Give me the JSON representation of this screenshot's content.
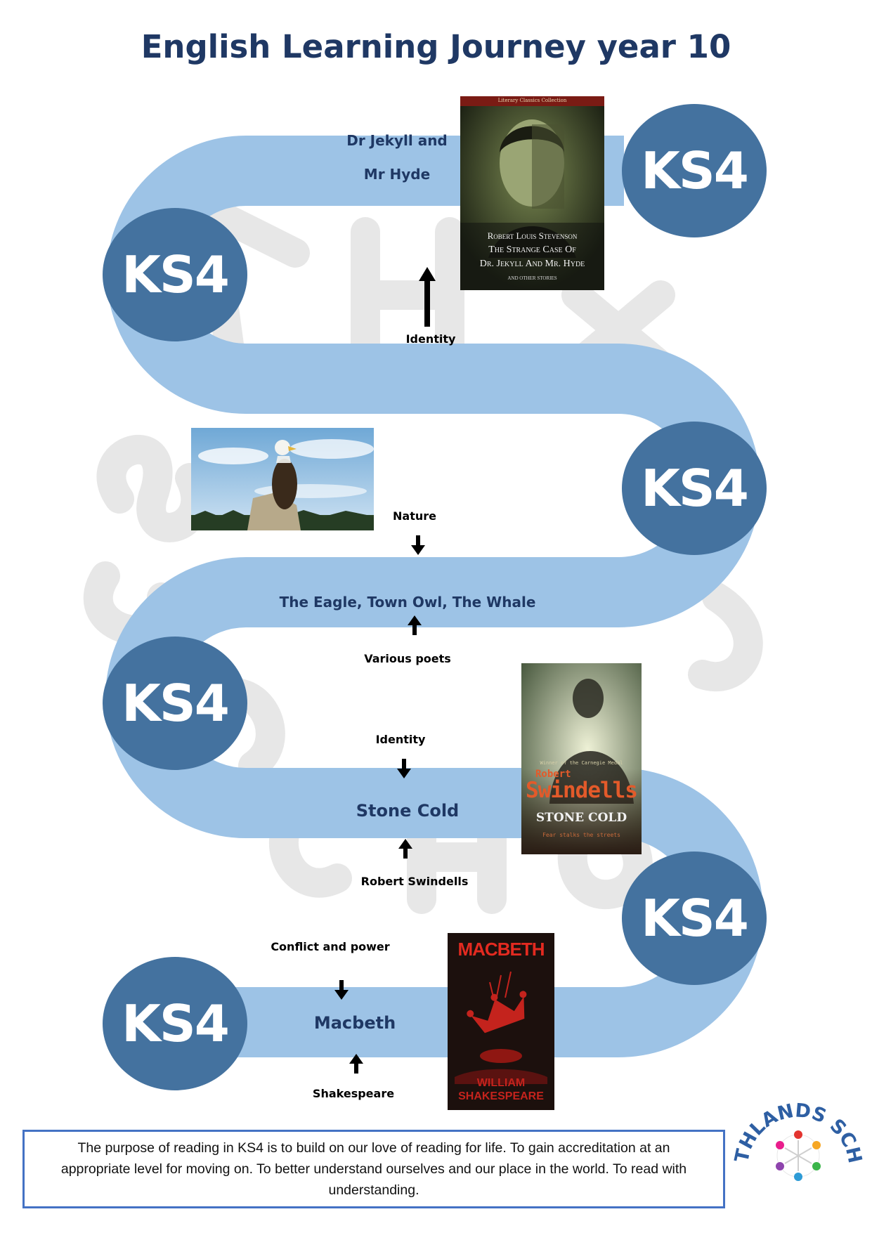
{
  "page": {
    "title": "English Learning Journey year 10"
  },
  "journey": {
    "node_label": "KS4",
    "nodes": [
      "KS4",
      "KS4",
      "KS4",
      "KS4",
      "KS4",
      "KS4"
    ],
    "texts": {
      "jekyll_line1": "Dr Jekyll and",
      "jekyll_line2": "Mr Hyde",
      "identity_1": "Identity",
      "nature": "Nature",
      "poems": "The Eagle, Town Owl, The Whale",
      "various_poets": "Various poets",
      "identity_2": "Identity",
      "stone_cold": "Stone Cold",
      "robert_swindells": "Robert Swindells",
      "conflict_power": "Conflict and power",
      "macbeth": "Macbeth",
      "shakespeare": "Shakespeare"
    }
  },
  "book_covers": {
    "jekyll": {
      "banner": "Literary Classics Collection",
      "author": "Robert Louis Stevenson",
      "title_line1": "The Strange Case Of",
      "title_line2": "Dr. Jekyll And Mr. Hyde",
      "subtitle": "and other stories"
    },
    "stone_cold": {
      "award": "Winner of the Carnegie Medal",
      "author_first": "Robert",
      "author_last": "Swindells",
      "title": "STONE COLD",
      "tagline": "Fear stalks the streets"
    },
    "macbeth": {
      "title": "MACBETH",
      "author_line1": "WILLIAM",
      "author_line2": "SHAKESPEARE"
    }
  },
  "footer": {
    "purpose": "The purpose of reading in KS4 is to build on our love of reading for life. To gain accreditation at an appropriate level for moving on. To better understand ourselves and our place in the world. To read with understanding."
  },
  "logo": {
    "name": "SOUTHLANDS SCHOOL"
  },
  "colors": {
    "path": "#9dc3e6",
    "node": "#44729f",
    "title": "#1f3864",
    "box_border": "#4472c4"
  },
  "icons": [
    "arrow-up-icon",
    "arrow-down-icon"
  ]
}
